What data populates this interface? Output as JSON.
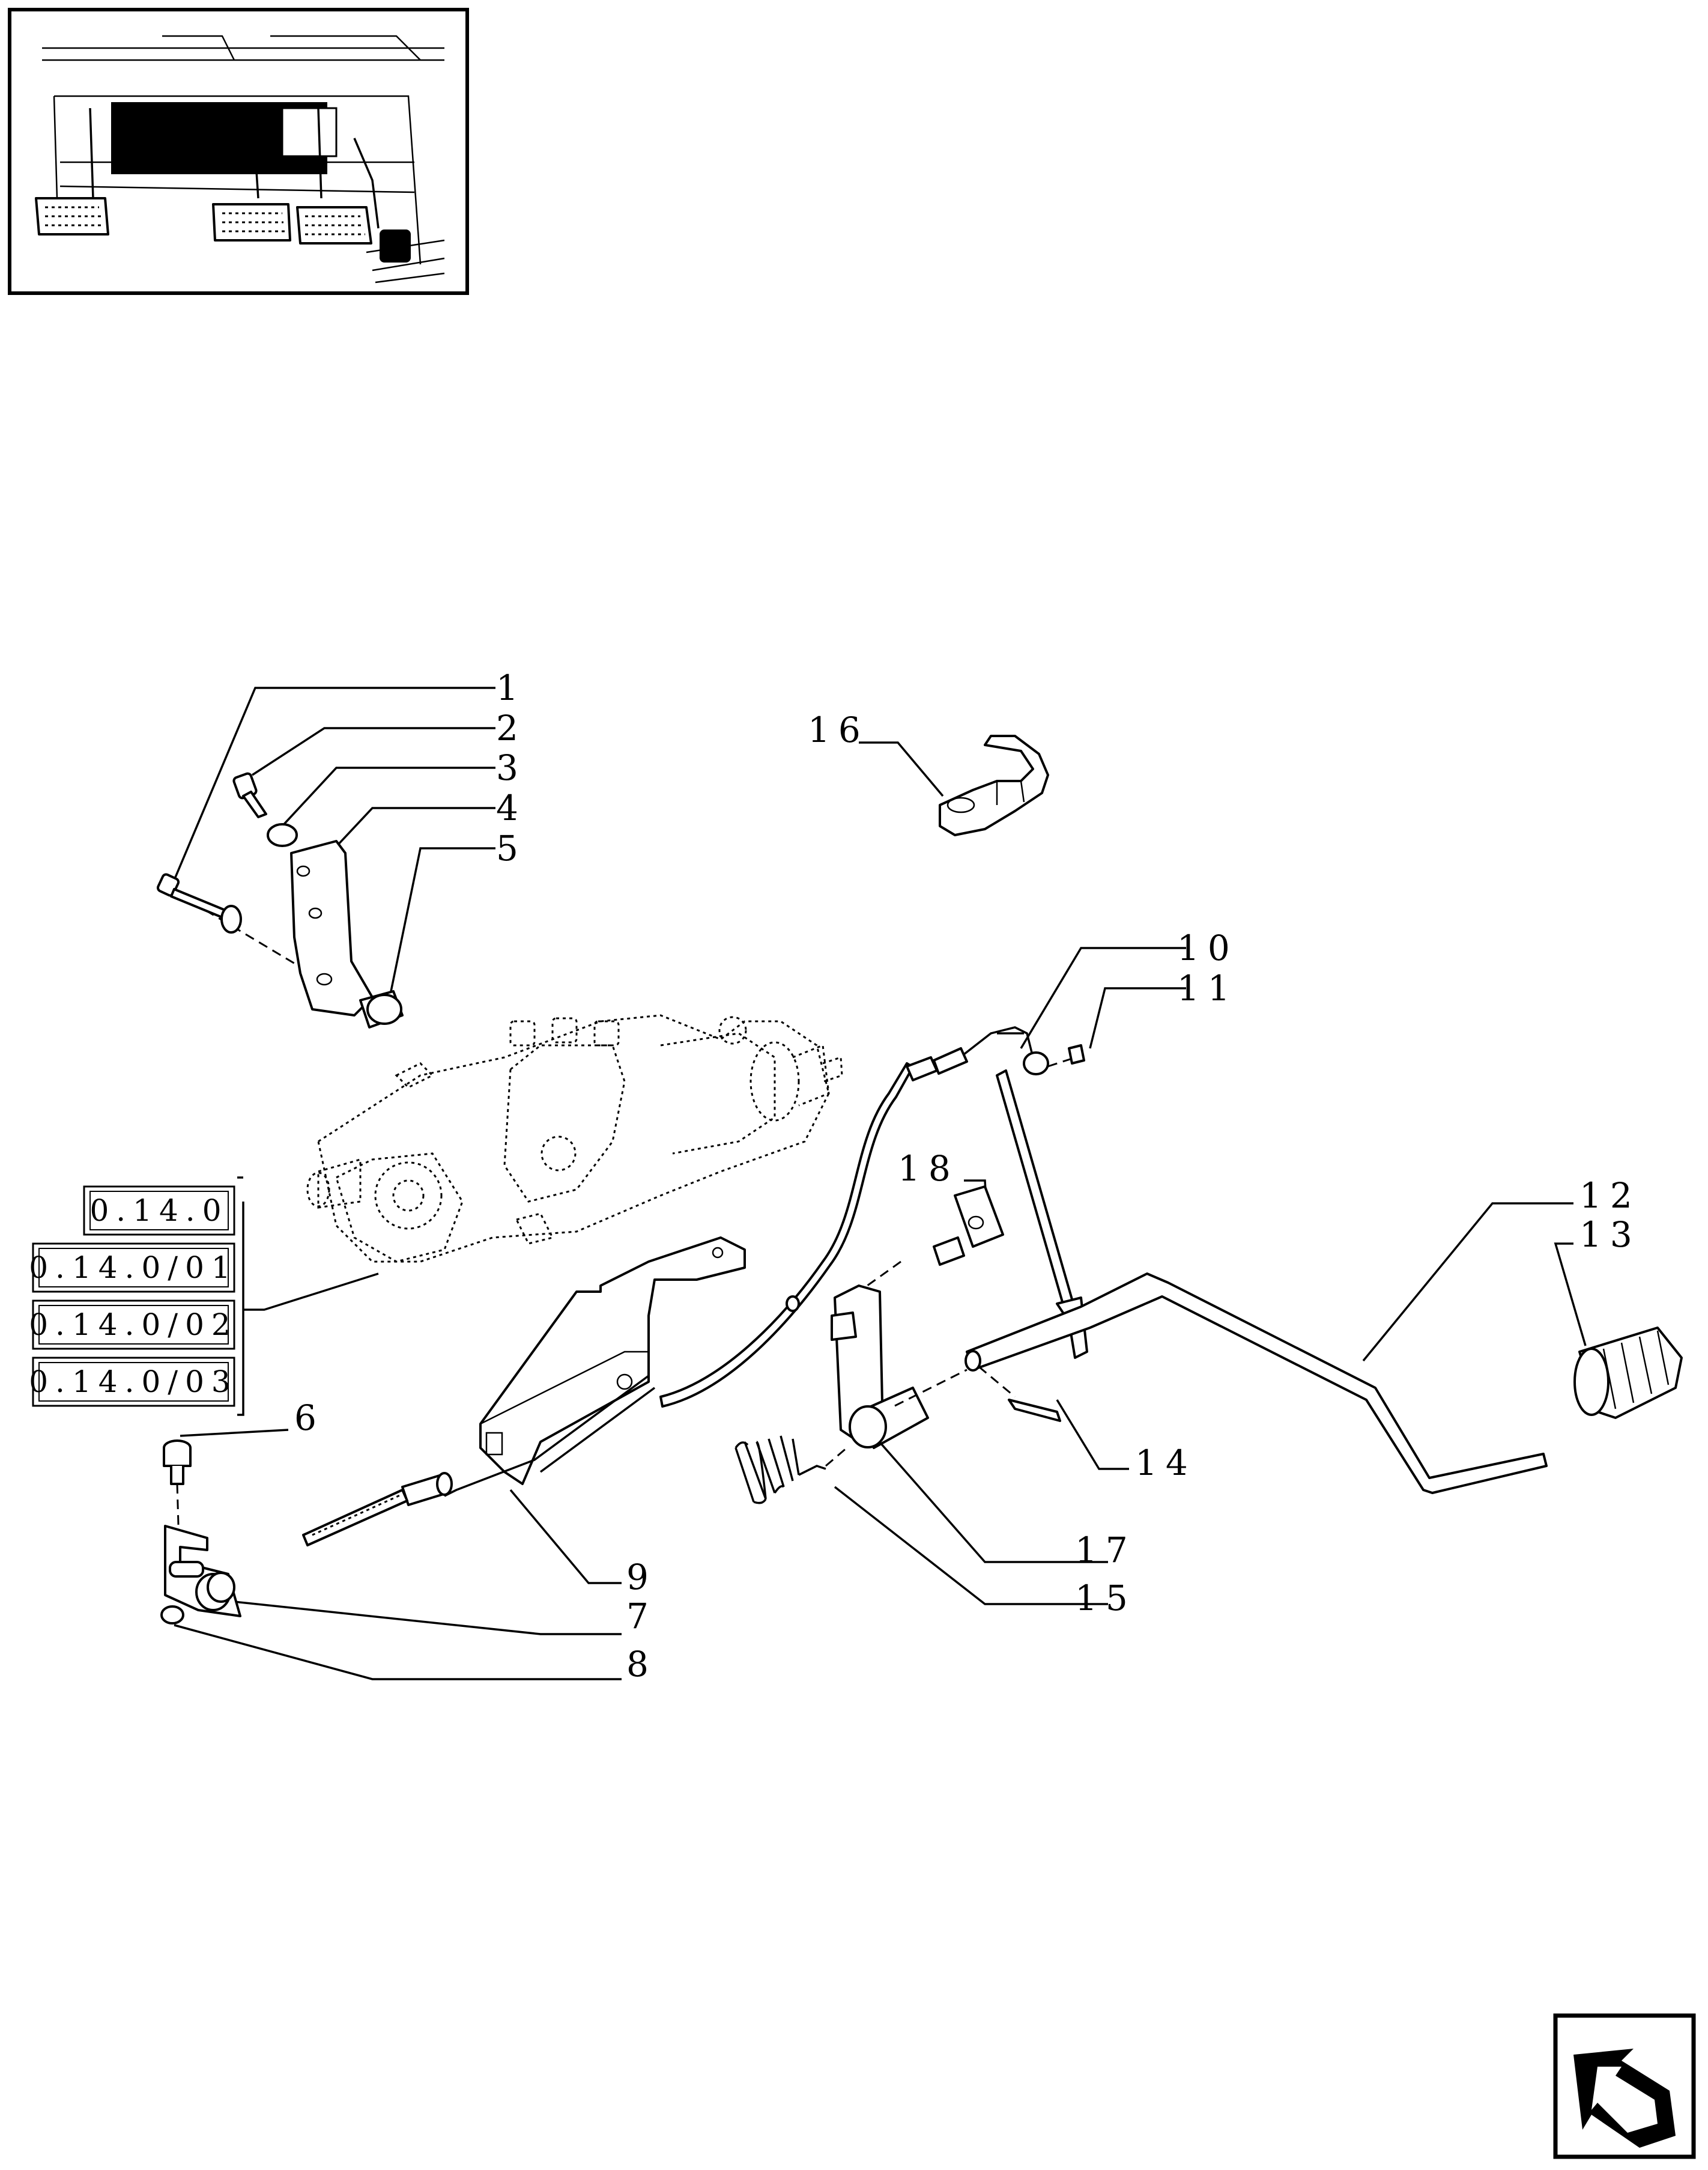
{
  "callouts": {
    "c1": "1",
    "c2": "2",
    "c3": "3",
    "c4": "4",
    "c5": "5",
    "c6": "6",
    "c7": "7",
    "c8": "8",
    "c9": "9",
    "c10": "10",
    "c11": "11",
    "c12": "12",
    "c13": "13",
    "c14": "14",
    "c15": "15",
    "c16": "16",
    "c17": "17",
    "c18": "18"
  },
  "references": [
    "0.14.0",
    "0.14.0/01",
    "0.14.0/02",
    "0.14.0/03"
  ],
  "icons": {
    "thumbnail": "pedals-location-thumbnail",
    "nav": "next-page-arrow-icon"
  }
}
